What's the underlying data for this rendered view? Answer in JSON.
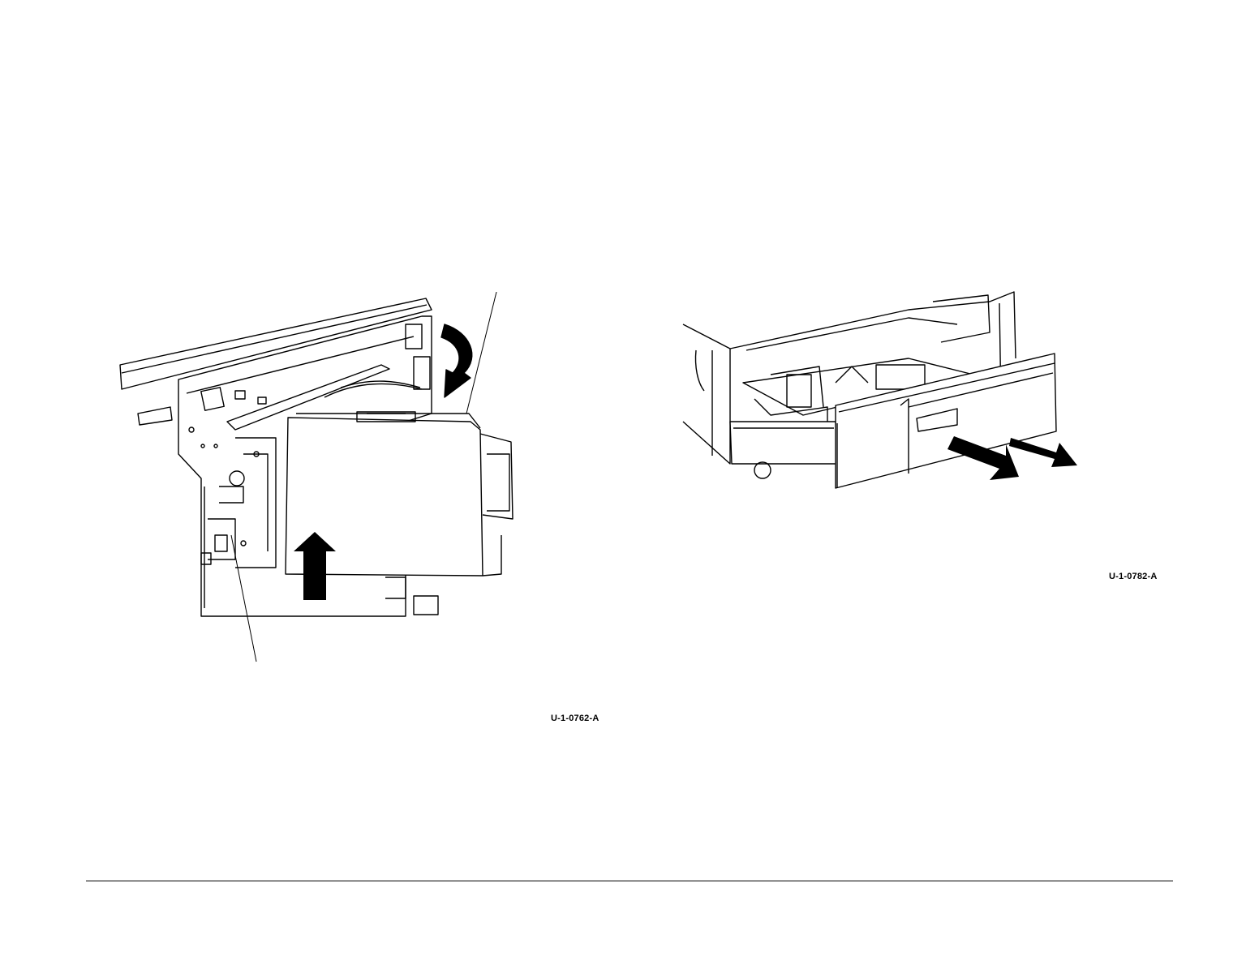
{
  "figures": [
    {
      "id": "left",
      "label": "U-1-0762-A",
      "description_icon": "duplex-module-close-illustration"
    },
    {
      "id": "right",
      "label": "U-1-0782-A",
      "description_icon": "paper-tray-pull-out-illustration"
    }
  ],
  "colors": {
    "line": "#000000",
    "background": "#ffffff"
  }
}
